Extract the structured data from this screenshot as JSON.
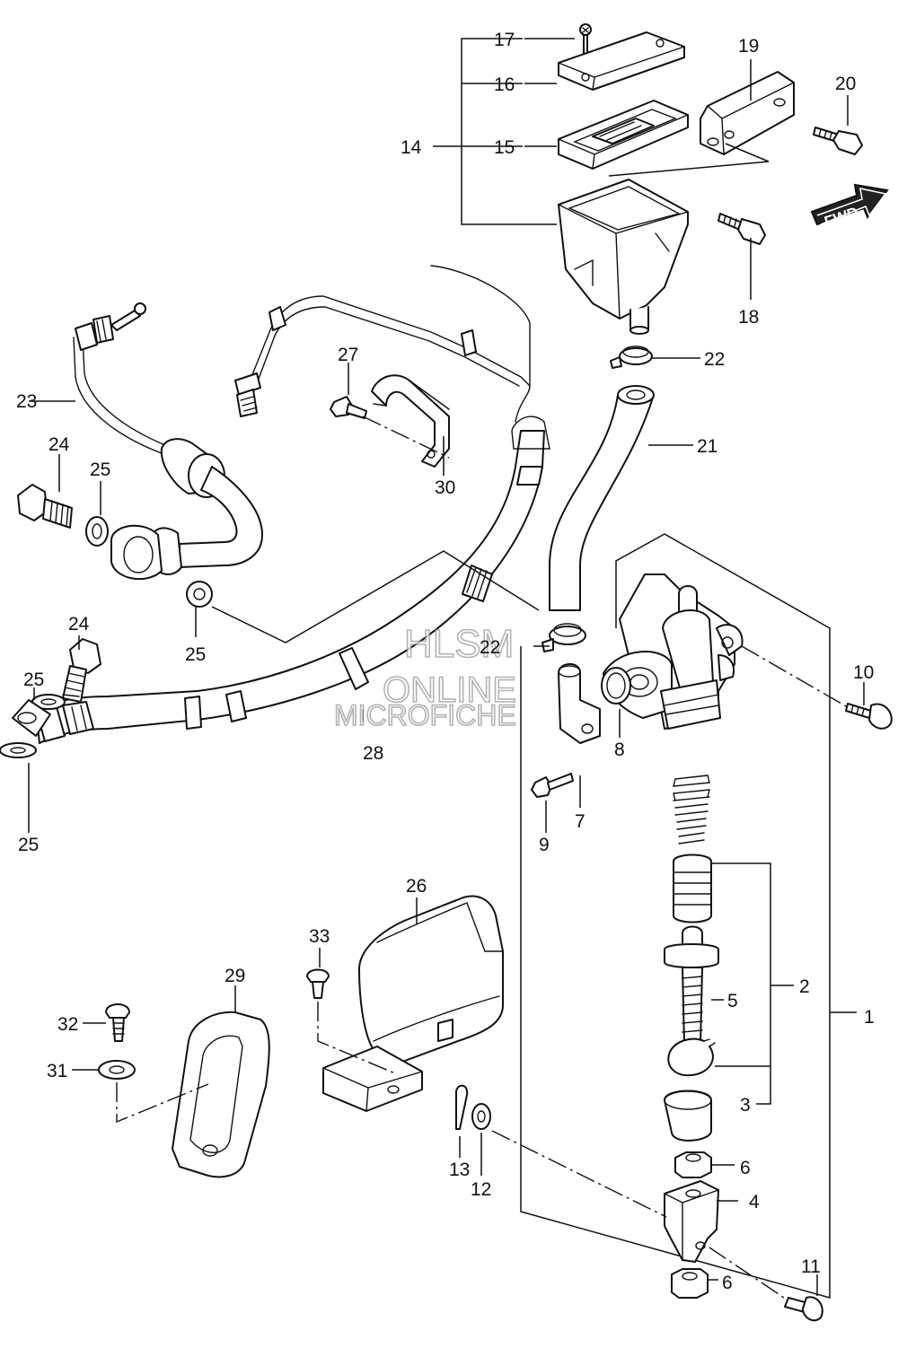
{
  "diagram": {
    "fwd_label": "FWD",
    "watermark": {
      "line1": "HLSM",
      "line2": "ONLINE",
      "line3": "MICROFICHE"
    },
    "labels": {
      "p1": "1",
      "p2": "2",
      "p3": "3",
      "p4": "4",
      "p5": "5",
      "p6a": "6",
      "p6b": "6",
      "p7": "7",
      "p8": "8",
      "p9": "9",
      "p10": "10",
      "p11": "11",
      "p12": "12",
      "p13": "13",
      "p14": "14",
      "p15": "15",
      "p16": "16",
      "p17": "17",
      "p18": "18",
      "p19": "19",
      "p20": "20",
      "p21": "21",
      "p22a": "22",
      "p22b": "22",
      "p23": "23",
      "p24a": "24",
      "p24b": "24",
      "p25a": "25",
      "p25b": "25",
      "p25c": "25",
      "p25d": "25",
      "p26": "26",
      "p27": "27",
      "p28": "28",
      "p29": "29",
      "p30": "30",
      "p31": "31",
      "p32": "32",
      "p33": "33"
    }
  }
}
